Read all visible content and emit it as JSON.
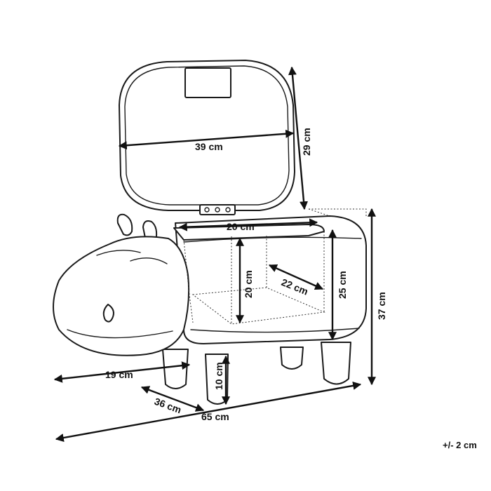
{
  "figure": {
    "subject": "hippo-storage-stool",
    "colors": {
      "line": "#1a1a1a",
      "arrow": "#111111",
      "background": "#ffffff"
    }
  },
  "dimensions": {
    "lid_width": "39 cm",
    "lid_height": "29 cm",
    "opening_width": "20 cm",
    "compartment_height": "20 cm",
    "compartment_depth": "22 cm",
    "body_height": "25 cm",
    "total_height": "37 cm",
    "head_length": "19 cm",
    "leg_height": "10 cm",
    "total_depth": "36 cm",
    "total_length": "65  cm"
  },
  "tolerance": "+/- 2 cm"
}
